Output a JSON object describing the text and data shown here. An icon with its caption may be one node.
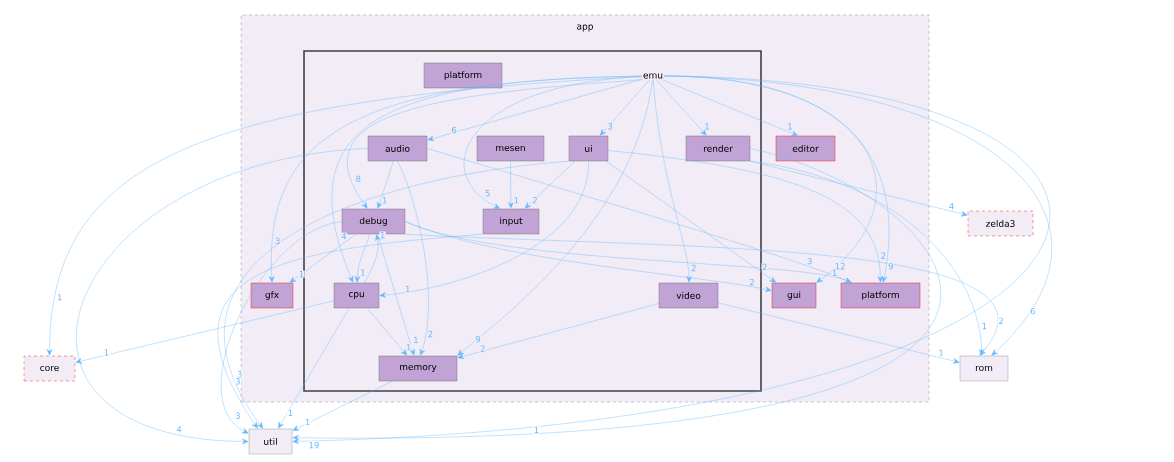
{
  "diagram": {
    "nodes": [
      {
        "text": [
          "app"
        ]
      },
      {
        "text": [
          "emu"
        ],
        "in": 0
      },
      {
        "text": [
          "platform"
        ],
        "in": 1
      },
      {
        "text": [
          "audio"
        ],
        "in": 1
      },
      {
        "text": [
          "mesen"
        ],
        "in": 1
      },
      {
        "text": [
          "ui"
        ],
        "in": 1
      },
      {
        "text": [
          "render"
        ],
        "in": 1
      },
      {
        "text": [
          "debug"
        ],
        "in": 1
      },
      {
        "text": [
          "input"
        ],
        "in": 1
      },
      {
        "text": [
          "cpu"
        ],
        "in": 1
      },
      {
        "text": [
          "video"
        ],
        "in": 1
      },
      {
        "text": [
          "memory"
        ],
        "in": 1
      },
      {
        "text": [
          "editor"
        ],
        "in": 0
      },
      {
        "text": [
          "gfx"
        ],
        "in": 0
      },
      {
        "text": [
          "gui"
        ],
        "in": 0
      },
      {
        "text": [
          "platform"
        ],
        "in": 0
      },
      {
        "text": [
          "zelda3"
        ]
      },
      {
        "text": [
          "core"
        ]
      },
      {
        "text": [
          "rom"
        ]
      },
      {
        "text": [
          "util"
        ]
      }
    ],
    "edges": [
      {
        "from": 1,
        "to": 3,
        "arrow": "to",
        "label": "6"
      },
      {
        "from": 1,
        "to": 5,
        "arrow": "to",
        "label": "3"
      },
      {
        "from": 1,
        "to": 6,
        "arrow": "to",
        "label": "1"
      },
      {
        "from": 1,
        "to": 12,
        "arrow": "to",
        "label": "1"
      },
      {
        "from": 1,
        "to": 7,
        "arrow": "to",
        "label": "8"
      },
      {
        "from": 1,
        "to": 8,
        "arrow": "to",
        "label": "5"
      },
      {
        "from": 1,
        "to": 9,
        "arrow": "to",
        "label": "4"
      },
      {
        "from": 1,
        "to": 13,
        "arrow": "to",
        "label": "3"
      },
      {
        "from": 1,
        "to": 11,
        "arrow": "to",
        "label": "9"
      },
      {
        "from": 1,
        "to": 10,
        "arrow": "to",
        "label": "2"
      },
      {
        "from": 1,
        "to": 14,
        "arrow": "to",
        "label": "12"
      },
      {
        "from": 1,
        "to": 15,
        "arrow": "to",
        "label": "9"
      },
      {
        "from": 1,
        "to": 18,
        "arrow": "to",
        "label": "6"
      },
      {
        "from": 1,
        "to": 19,
        "arrow": "to",
        "label": "19"
      },
      {
        "from": 1,
        "to": 17,
        "arrow": "to",
        "label": "1"
      },
      {
        "from": 3,
        "to": 7,
        "arrow": "to",
        "label": "1"
      },
      {
        "from": 3,
        "to": 11,
        "arrow": "to",
        "label": "2"
      },
      {
        "from": 3,
        "to": 15,
        "arrow": "to",
        "label": "3"
      },
      {
        "from": 3,
        "to": 19,
        "arrow": "to",
        "label": "4"
      },
      {
        "from": 4,
        "to": 8,
        "arrow": "to",
        "label": "1"
      },
      {
        "from": 5,
        "to": 8,
        "arrow": "to",
        "label": "2"
      },
      {
        "from": 5,
        "to": 9,
        "arrow": "to",
        "label": "1"
      },
      {
        "from": 5,
        "to": 14,
        "arrow": "to",
        "label": "2"
      },
      {
        "from": 5,
        "to": 15,
        "arrow": "to",
        "label": "2"
      },
      {
        "from": 5,
        "to": 19,
        "arrow": "to",
        "label": "3"
      },
      {
        "from": 6,
        "to": 16,
        "arrow": "to",
        "label": "4"
      },
      {
        "from": 6,
        "to": 18,
        "arrow": "to",
        "label": "1"
      },
      {
        "from": 6,
        "to": 19,
        "arrow": "to",
        "label": "1"
      },
      {
        "from": 7,
        "to": 13,
        "arrow": "to",
        "label": "1"
      },
      {
        "from": 7,
        "to": 9,
        "arrow": "to",
        "label": "1"
      },
      {
        "from": 7,
        "to": 11,
        "arrow": "to",
        "label": "1"
      },
      {
        "from": 7,
        "to": 14,
        "arrow": "to",
        "label": "2"
      },
      {
        "from": 7,
        "to": 15,
        "arrow": "to",
        "label": "1"
      },
      {
        "from": 7,
        "to": 18,
        "arrow": "to",
        "label": "2"
      },
      {
        "from": 7,
        "to": 19,
        "arrow": "to",
        "label": "3"
      },
      {
        "from": 8,
        "to": 19,
        "arrow": "to",
        "label": "3"
      },
      {
        "from": 9,
        "to": 7,
        "arrow": "to",
        "label": "1"
      },
      {
        "from": 9,
        "to": 11,
        "arrow": "to",
        "label": "1"
      },
      {
        "from": 9,
        "to": 17,
        "arrow": "to",
        "label": "1"
      },
      {
        "from": 9,
        "to": 19,
        "arrow": "to",
        "label": "1"
      },
      {
        "from": 10,
        "to": 11,
        "arrow": "to",
        "label": "2"
      },
      {
        "from": 10,
        "to": 18,
        "arrow": "to",
        "label": "1"
      },
      {
        "from": 11,
        "to": 19,
        "arrow": "to",
        "label": "1"
      }
    ]
  }
}
